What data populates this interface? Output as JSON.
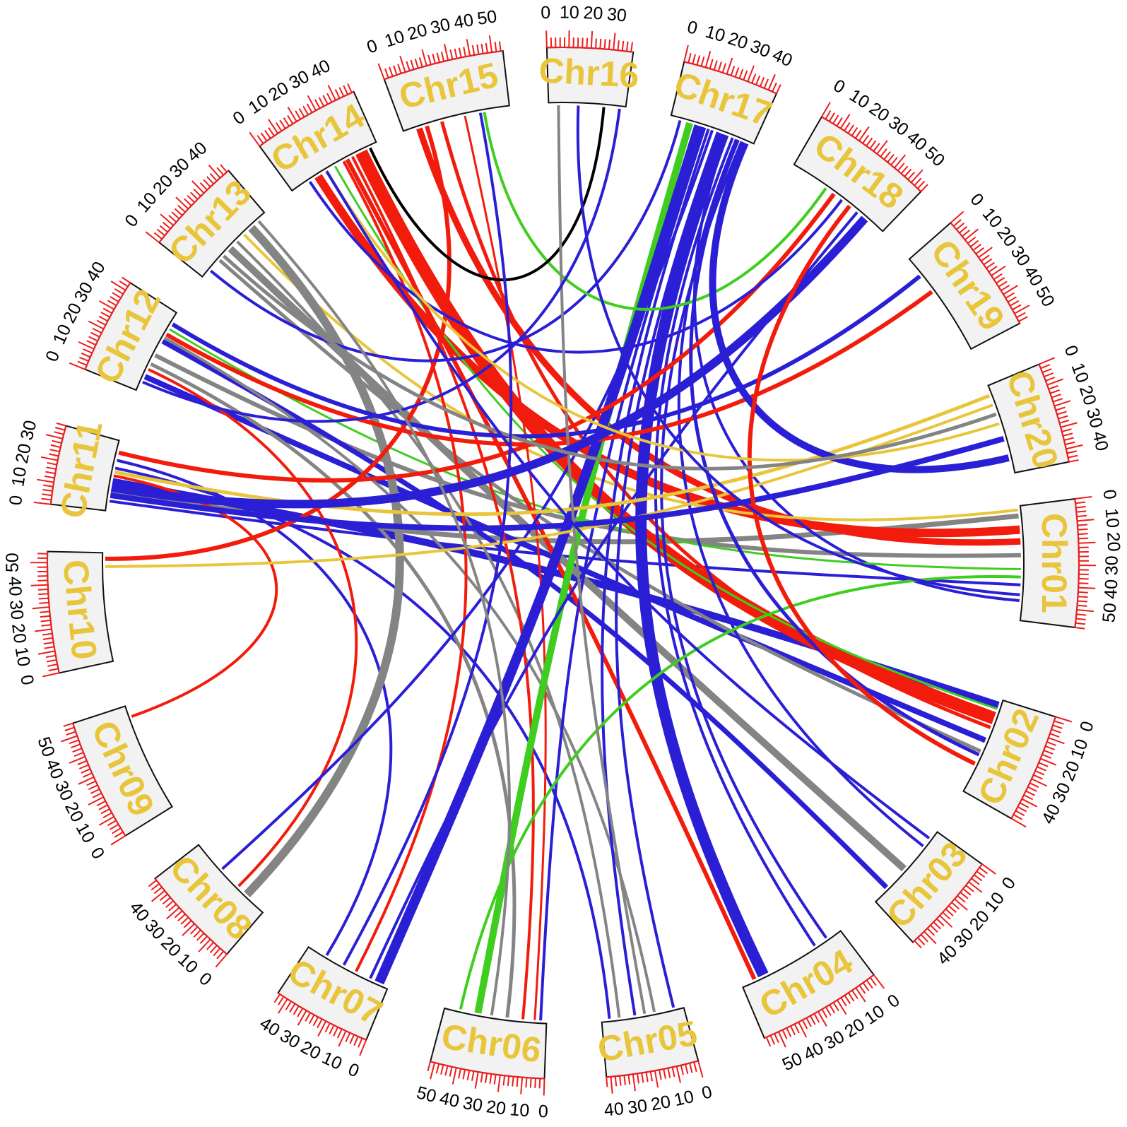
{
  "chromosomes": [
    {
      "name": "Chr01",
      "length": 58,
      "ticks": [
        "0",
        "10",
        "20",
        "30",
        "40",
        "50"
      ]
    },
    {
      "name": "Chr02",
      "length": 50,
      "ticks": [
        "0",
        "10",
        "20",
        "30",
        "40"
      ]
    },
    {
      "name": "Chr03",
      "length": 47,
      "ticks": [
        "0",
        "10",
        "20",
        "30",
        "40"
      ]
    },
    {
      "name": "Chr04",
      "length": 57,
      "ticks": [
        "0",
        "10",
        "20",
        "30",
        "40",
        "50"
      ]
    },
    {
      "name": "Chr05",
      "length": 42,
      "ticks": [
        "0",
        "10",
        "20",
        "30",
        "40"
      ]
    },
    {
      "name": "Chr06",
      "length": 52,
      "ticks": [
        "0",
        "10",
        "20",
        "30",
        "40",
        "50"
      ]
    },
    {
      "name": "Chr07",
      "length": 45,
      "ticks": [
        "0",
        "10",
        "20",
        "30",
        "40"
      ]
    },
    {
      "name": "Chr08",
      "length": 47,
      "ticks": [
        "0",
        "10",
        "20",
        "30",
        "40"
      ]
    },
    {
      "name": "Chr09",
      "length": 56,
      "ticks": [
        "0",
        "10",
        "20",
        "30",
        "40",
        "50"
      ]
    },
    {
      "name": "Chr10",
      "length": 55,
      "ticks": [
        "0",
        "10",
        "20",
        "30",
        "40",
        "50"
      ]
    },
    {
      "name": "Chr11",
      "length": 36,
      "ticks": [
        "0",
        "10",
        "20",
        "30"
      ]
    },
    {
      "name": "Chr12",
      "length": 44,
      "ticks": [
        "0",
        "10",
        "20",
        "30",
        "40"
      ]
    },
    {
      "name": "Chr13",
      "length": 45,
      "ticks": [
        "0",
        "10",
        "20",
        "30",
        "40"
      ]
    },
    {
      "name": "Chr14",
      "length": 49,
      "ticks": [
        "0",
        "10",
        "20",
        "30",
        "40"
      ]
    },
    {
      "name": "Chr15",
      "length": 55,
      "ticks": [
        "0",
        "10",
        "20",
        "30",
        "40",
        "50"
      ]
    },
    {
      "name": "Chr16",
      "length": 39,
      "ticks": [
        "0",
        "10",
        "20",
        "30"
      ]
    },
    {
      "name": "Chr17",
      "length": 44,
      "ticks": [
        "0",
        "10",
        "20",
        "30",
        "40"
      ]
    },
    {
      "name": "Chr18",
      "length": 56,
      "ticks": [
        "0",
        "10",
        "20",
        "30",
        "40",
        "50"
      ]
    },
    {
      "name": "Chr19",
      "length": 55,
      "ticks": [
        "0",
        "10",
        "20",
        "30",
        "40",
        "50"
      ]
    },
    {
      "name": "Chr20",
      "length": 46,
      "ticks": [
        "0",
        "10",
        "20",
        "30",
        "40"
      ]
    }
  ],
  "colors": {
    "red": "#f21c0c",
    "blue": "#2b1fd6",
    "gray": "#848484",
    "green": "#3fce1f",
    "yellow": "#e8c53a",
    "black": "#000000",
    "tick": "#ee1c1c",
    "label": "#e8c53a",
    "box": "#f2f2f2"
  },
  "links": [
    {
      "from": "Chr01",
      "fromPos": 5,
      "to": "Chr11",
      "toPos": 10,
      "color": "gray",
      "weight": 7
    },
    {
      "from": "Chr01",
      "fromPos": 12,
      "to": "Chr14",
      "toPos": 15,
      "color": "red",
      "weight": 12
    },
    {
      "from": "Chr01",
      "fromPos": 18,
      "to": "Chr15",
      "toPos": 8,
      "color": "red",
      "weight": 9
    },
    {
      "from": "Chr01",
      "fromPos": 25,
      "to": "Chr12",
      "toPos": 20,
      "color": "gray",
      "weight": 6
    },
    {
      "from": "Chr01",
      "fromPos": 40,
      "to": "Chr11",
      "toPos": 5,
      "color": "blue",
      "weight": 4
    },
    {
      "from": "Chr01",
      "fromPos": 48,
      "to": "Chr17",
      "toPos": 30,
      "color": "blue",
      "weight": 4
    },
    {
      "from": "Chr01",
      "fromPos": 2,
      "to": "Chr13",
      "toPos": 30,
      "color": "yellow",
      "weight": 4
    },
    {
      "from": "Chr01",
      "fromPos": 32,
      "to": "Chr12",
      "toPos": 35,
      "color": "green",
      "weight": 3
    },
    {
      "from": "Chr02",
      "fromPos": 3,
      "to": "Chr11",
      "toPos": 15,
      "color": "blue",
      "weight": 10
    },
    {
      "from": "Chr02",
      "fromPos": 10,
      "to": "Chr14",
      "toPos": 40,
      "color": "red",
      "weight": 18
    },
    {
      "from": "Chr02",
      "fromPos": 15,
      "to": "Chr15",
      "toPos": 20,
      "color": "red",
      "weight": 5
    },
    {
      "from": "Chr02",
      "fromPos": 22,
      "to": "Chr12",
      "toPos": 8,
      "color": "blue",
      "weight": 8
    },
    {
      "from": "Chr02",
      "fromPos": 28,
      "to": "Chr13",
      "toPos": 12,
      "color": "gray",
      "weight": 5
    },
    {
      "from": "Chr02",
      "fromPos": 5,
      "to": "Chr14",
      "toPos": 25,
      "color": "green",
      "weight": 3
    },
    {
      "from": "Chr03",
      "fromPos": 10,
      "to": "Chr17",
      "toPos": 35,
      "color": "blue",
      "weight": 4
    },
    {
      "from": "Chr03",
      "fromPos": 25,
      "to": "Chr13",
      "toPos": 20,
      "color": "gray",
      "weight": 10
    },
    {
      "from": "Chr03",
      "fromPos": 38,
      "to": "Chr12",
      "toPos": 28,
      "color": "blue",
      "weight": 7
    },
    {
      "from": "Chr04",
      "fromPos": 8,
      "to": "Chr17",
      "toPos": 38,
      "color": "blue",
      "weight": 4
    },
    {
      "from": "Chr04",
      "fromPos": 15,
      "to": "Chr17",
      "toPos": 33,
      "color": "blue",
      "weight": 4
    },
    {
      "from": "Chr04",
      "fromPos": 45,
      "to": "Chr17",
      "toPos": 28,
      "color": "blue",
      "weight": 16
    },
    {
      "from": "Chr04",
      "fromPos": 50,
      "to": "Chr14",
      "toPos": 32,
      "color": "red",
      "weight": 6
    },
    {
      "from": "Chr05",
      "fromPos": 5,
      "to": "Chr17",
      "toPos": 25,
      "color": "blue",
      "weight": 4
    },
    {
      "from": "Chr05",
      "fromPos": 15,
      "to": "Chr12",
      "toPos": 30,
      "color": "gray",
      "weight": 4
    },
    {
      "from": "Chr05",
      "fromPos": 25,
      "to": "Chr17",
      "toPos": 20,
      "color": "blue",
      "weight": 4
    },
    {
      "from": "Chr05",
      "fromPos": 33,
      "to": "Chr13",
      "toPos": 25,
      "color": "gray",
      "weight": 4
    },
    {
      "from": "Chr05",
      "fromPos": 38,
      "to": "Chr11",
      "toPos": 22,
      "color": "blue",
      "weight": 4
    },
    {
      "from": "Chr06",
      "fromPos": 3,
      "to": "Chr17",
      "toPos": 18,
      "color": "blue",
      "weight": 4
    },
    {
      "from": "Chr06",
      "fromPos": 6,
      "to": "Chr15",
      "toPos": 32,
      "color": "red",
      "weight": 3
    },
    {
      "from": "Chr06",
      "fromPos": 12,
      "to": "Chr14",
      "toPos": 35,
      "color": "red",
      "weight": 4
    },
    {
      "from": "Chr06",
      "fromPos": 20,
      "to": "Chr12",
      "toPos": 15,
      "color": "gray",
      "weight": 5
    },
    {
      "from": "Chr06",
      "fromPos": 35,
      "to": "Chr17",
      "toPos": 10,
      "color": "green",
      "weight": 10
    },
    {
      "from": "Chr06",
      "fromPos": 44,
      "to": "Chr01",
      "toPos": 36,
      "color": "green",
      "weight": 4
    },
    {
      "from": "Chr07",
      "fromPos": 5,
      "to": "Chr17",
      "toPos": 15,
      "color": "blue",
      "weight": 14
    },
    {
      "from": "Chr07",
      "fromPos": 10,
      "to": "Chr18",
      "toPos": 40,
      "color": "blue",
      "weight": 4
    },
    {
      "from": "Chr07",
      "fromPos": 18,
      "to": "Chr14",
      "toPos": 30,
      "color": "red",
      "weight": 4
    },
    {
      "from": "Chr07",
      "fromPos": 35,
      "to": "Chr11",
      "toPos": 26,
      "color": "blue",
      "weight": 4
    },
    {
      "from": "Chr08",
      "fromPos": 12,
      "to": "Chr13",
      "toPos": 35,
      "color": "gray",
      "weight": 12
    },
    {
      "from": "Chr08",
      "fromPos": 18,
      "to": "Chr12",
      "toPos": 12,
      "color": "red",
      "weight": 4
    },
    {
      "from": "Chr08",
      "fromPos": 30,
      "to": "Chr17",
      "toPos": 22,
      "color": "blue",
      "weight": 4
    },
    {
      "from": "Chr09",
      "fromPos": 50,
      "to": "Chr11",
      "toPos": 18,
      "color": "red",
      "weight": 4
    },
    {
      "from": "Chr10",
      "fromPos": 52,
      "to": "Chr15",
      "toPos": 12,
      "color": "red",
      "weight": 6
    },
    {
      "from": "Chr10",
      "fromPos": 48,
      "to": "Chr20",
      "toPos": 10,
      "color": "yellow",
      "weight": 4
    },
    {
      "from": "Chr11",
      "fromPos": 8,
      "to": "Chr20",
      "toPos": 28,
      "color": "blue",
      "weight": 8
    },
    {
      "from": "Chr11",
      "fromPos": 30,
      "to": "Chr18",
      "toPos": 25,
      "color": "red",
      "weight": 6
    },
    {
      "from": "Chr11",
      "fromPos": 20,
      "to": "Chr20",
      "toPos": 5,
      "color": "yellow",
      "weight": 5
    },
    {
      "from": "Chr12",
      "fromPos": 38,
      "to": "Chr19",
      "toPos": 10,
      "color": "blue",
      "weight": 6
    },
    {
      "from": "Chr12",
      "fromPos": 32,
      "to": "Chr19",
      "toPos": 20,
      "color": "red",
      "weight": 6
    },
    {
      "from": "Chr13",
      "fromPos": 5,
      "to": "Chr17",
      "toPos": 5,
      "color": "blue",
      "weight": 4
    },
    {
      "from": "Chr14",
      "fromPos": 10,
      "to": "Chr18",
      "toPos": 30,
      "color": "blue",
      "weight": 4
    },
    {
      "from": "Chr15",
      "fromPos": 42,
      "to": "Chr18",
      "toPos": 20,
      "color": "green",
      "weight": 4
    },
    {
      "from": "Chr16",
      "fromPos": 28,
      "to": "Chr14",
      "toPos": 45,
      "color": "black",
      "weight": 4
    },
    {
      "from": "Chr16",
      "fromPos": 5,
      "to": "Chr05",
      "toPos": 20,
      "color": "gray",
      "weight": 4
    },
    {
      "from": "Chr16",
      "fromPos": 36,
      "to": "Chr12",
      "toPos": 5,
      "color": "blue",
      "weight": 4
    },
    {
      "from": "Chr17",
      "fromPos": 40,
      "to": "Chr20",
      "toPos": 38,
      "color": "blue",
      "weight": 10
    },
    {
      "from": "Chr17",
      "fromPos": 36,
      "to": "Chr02",
      "toPos": 30,
      "color": "blue",
      "weight": 5
    },
    {
      "from": "Chr18",
      "fromPos": 45,
      "to": "Chr11",
      "toPos": 12,
      "color": "blue",
      "weight": 12
    },
    {
      "from": "Chr18",
      "fromPos": 35,
      "to": "Chr02",
      "toPos": 35,
      "color": "red",
      "weight": 6
    },
    {
      "from": "Chr20",
      "fromPos": 20,
      "to": "Chr14",
      "toPos": 20,
      "color": "yellow",
      "weight": 4
    },
    {
      "from": "Chr20",
      "fromPos": 15,
      "to": "Chr13",
      "toPos": 15,
      "color": "gray",
      "weight": 5
    },
    {
      "from": "Chr01",
      "fromPos": 45,
      "to": "Chr16",
      "toPos": 15,
      "color": "blue",
      "weight": 4
    },
    {
      "from": "Chr03",
      "fromPos": 5,
      "to": "Chr14",
      "toPos": 20,
      "color": "blue",
      "weight": 4
    },
    {
      "from": "Chr07",
      "fromPos": 25,
      "to": "Chr15",
      "toPos": 40,
      "color": "blue",
      "weight": 4
    },
    {
      "from": "Chr06",
      "fromPos": 28,
      "to": "Chr13",
      "toPos": 40,
      "color": "gray",
      "weight": 4
    }
  ]
}
